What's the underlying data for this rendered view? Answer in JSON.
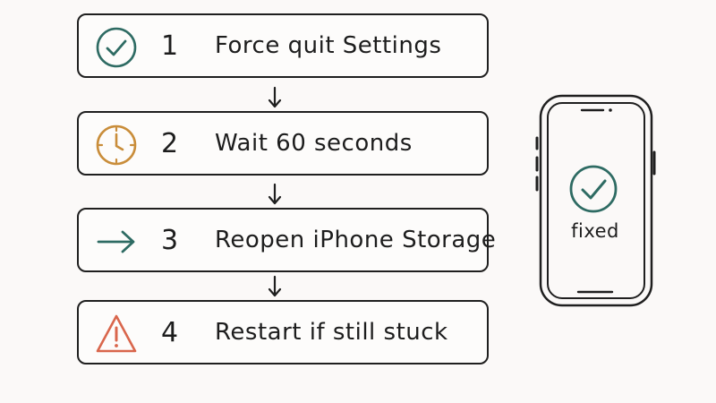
{
  "steps": [
    {
      "number": "1",
      "label": "Force quit Settings",
      "icon": "check-circle-icon",
      "color": "#2e6b63"
    },
    {
      "number": "2",
      "label": "Wait 60 seconds",
      "icon": "clock-icon",
      "color": "#c98d3a"
    },
    {
      "number": "3",
      "label": "Reopen iPhone Storage",
      "icon": "arrow-right-icon",
      "color": "#2e6b63"
    },
    {
      "number": "4",
      "label": "Restart if still stuck",
      "icon": "warning-icon",
      "color": "#d9664c"
    }
  ],
  "phone": {
    "status_label": "fixed",
    "icon": "check-circle-icon",
    "color": "#2e6b63"
  }
}
